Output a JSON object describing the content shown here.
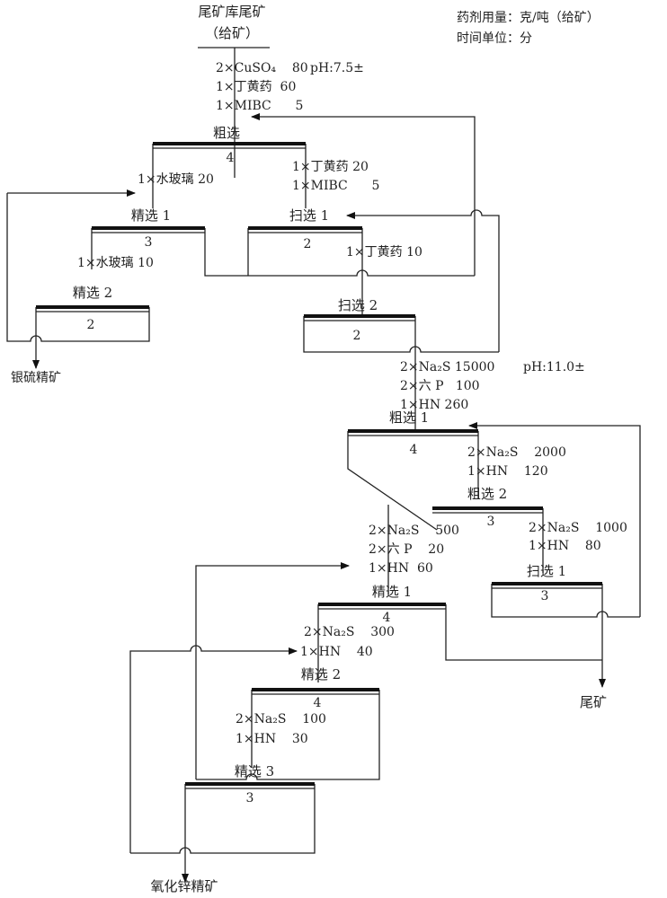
{
  "feed": {
    "title": "尾矿库尾矿",
    "subtitle": "（给矿）"
  },
  "legend": {
    "dosage": "药剂用量：克/吨（给矿）",
    "time": "时间单位：分"
  },
  "circuit1": {
    "reagents": [
      "2×CuSO₄    80",
      "1×丁黄药  60",
      "1×MIBC      5"
    ],
    "ph": "pH:7.5±",
    "rougher": {
      "label": "粗选",
      "time": "4"
    },
    "rougher_cleaner_reagent": "1×水玻璃 20",
    "scav1_reagents": [
      "1×丁黄药 20",
      "1×MIBC      5"
    ],
    "cleaner1": {
      "label": "精选 1",
      "time": "3"
    },
    "cleaner1_reagent": "1×水玻璃 10",
    "scav1": {
      "label": "扫选 1",
      "time": "2"
    },
    "scav2_reagent": "1×丁黄药 10",
    "cleaner2": {
      "label": "精选 2",
      "time": "2"
    },
    "scav2": {
      "label": "扫选 2",
      "time": "2"
    },
    "concentrate": "银硫精矿"
  },
  "circuit2": {
    "reagents": [
      "2×Na₂S 15000",
      "2×六 P   100",
      "1×HN 260"
    ],
    "ph": "pH:11.0±",
    "rougher1": {
      "label": "粗选 1",
      "time": "4"
    },
    "rougher2_reagents": [
      "2×Na₂S    2000",
      "1×HN    120"
    ],
    "rougher2": {
      "label": "粗选 2",
      "time": "3"
    },
    "cleaner1_reagents": [
      "2×Na₂S    500",
      "2×六 P    20",
      "1×HN  60"
    ],
    "scav_reagents": [
      "2×Na₂S    1000",
      "1×HN    80"
    ],
    "scav1": {
      "label": "扫选 1",
      "time": "3"
    },
    "cleaner1": {
      "label": "精选 1",
      "time": "4"
    },
    "cleaner2_reagents": [
      "2×Na₂S    300",
      "1×HN    40"
    ],
    "cleaner2": {
      "label": "精选 2",
      "time": "4"
    },
    "cleaner3_reagents": [
      "2×Na₂S    100",
      "1×HN    30"
    ],
    "cleaner3": {
      "label": "精选 3",
      "time": "3"
    },
    "tailings": "尾矿",
    "concentrate": "氧化锌精矿"
  }
}
